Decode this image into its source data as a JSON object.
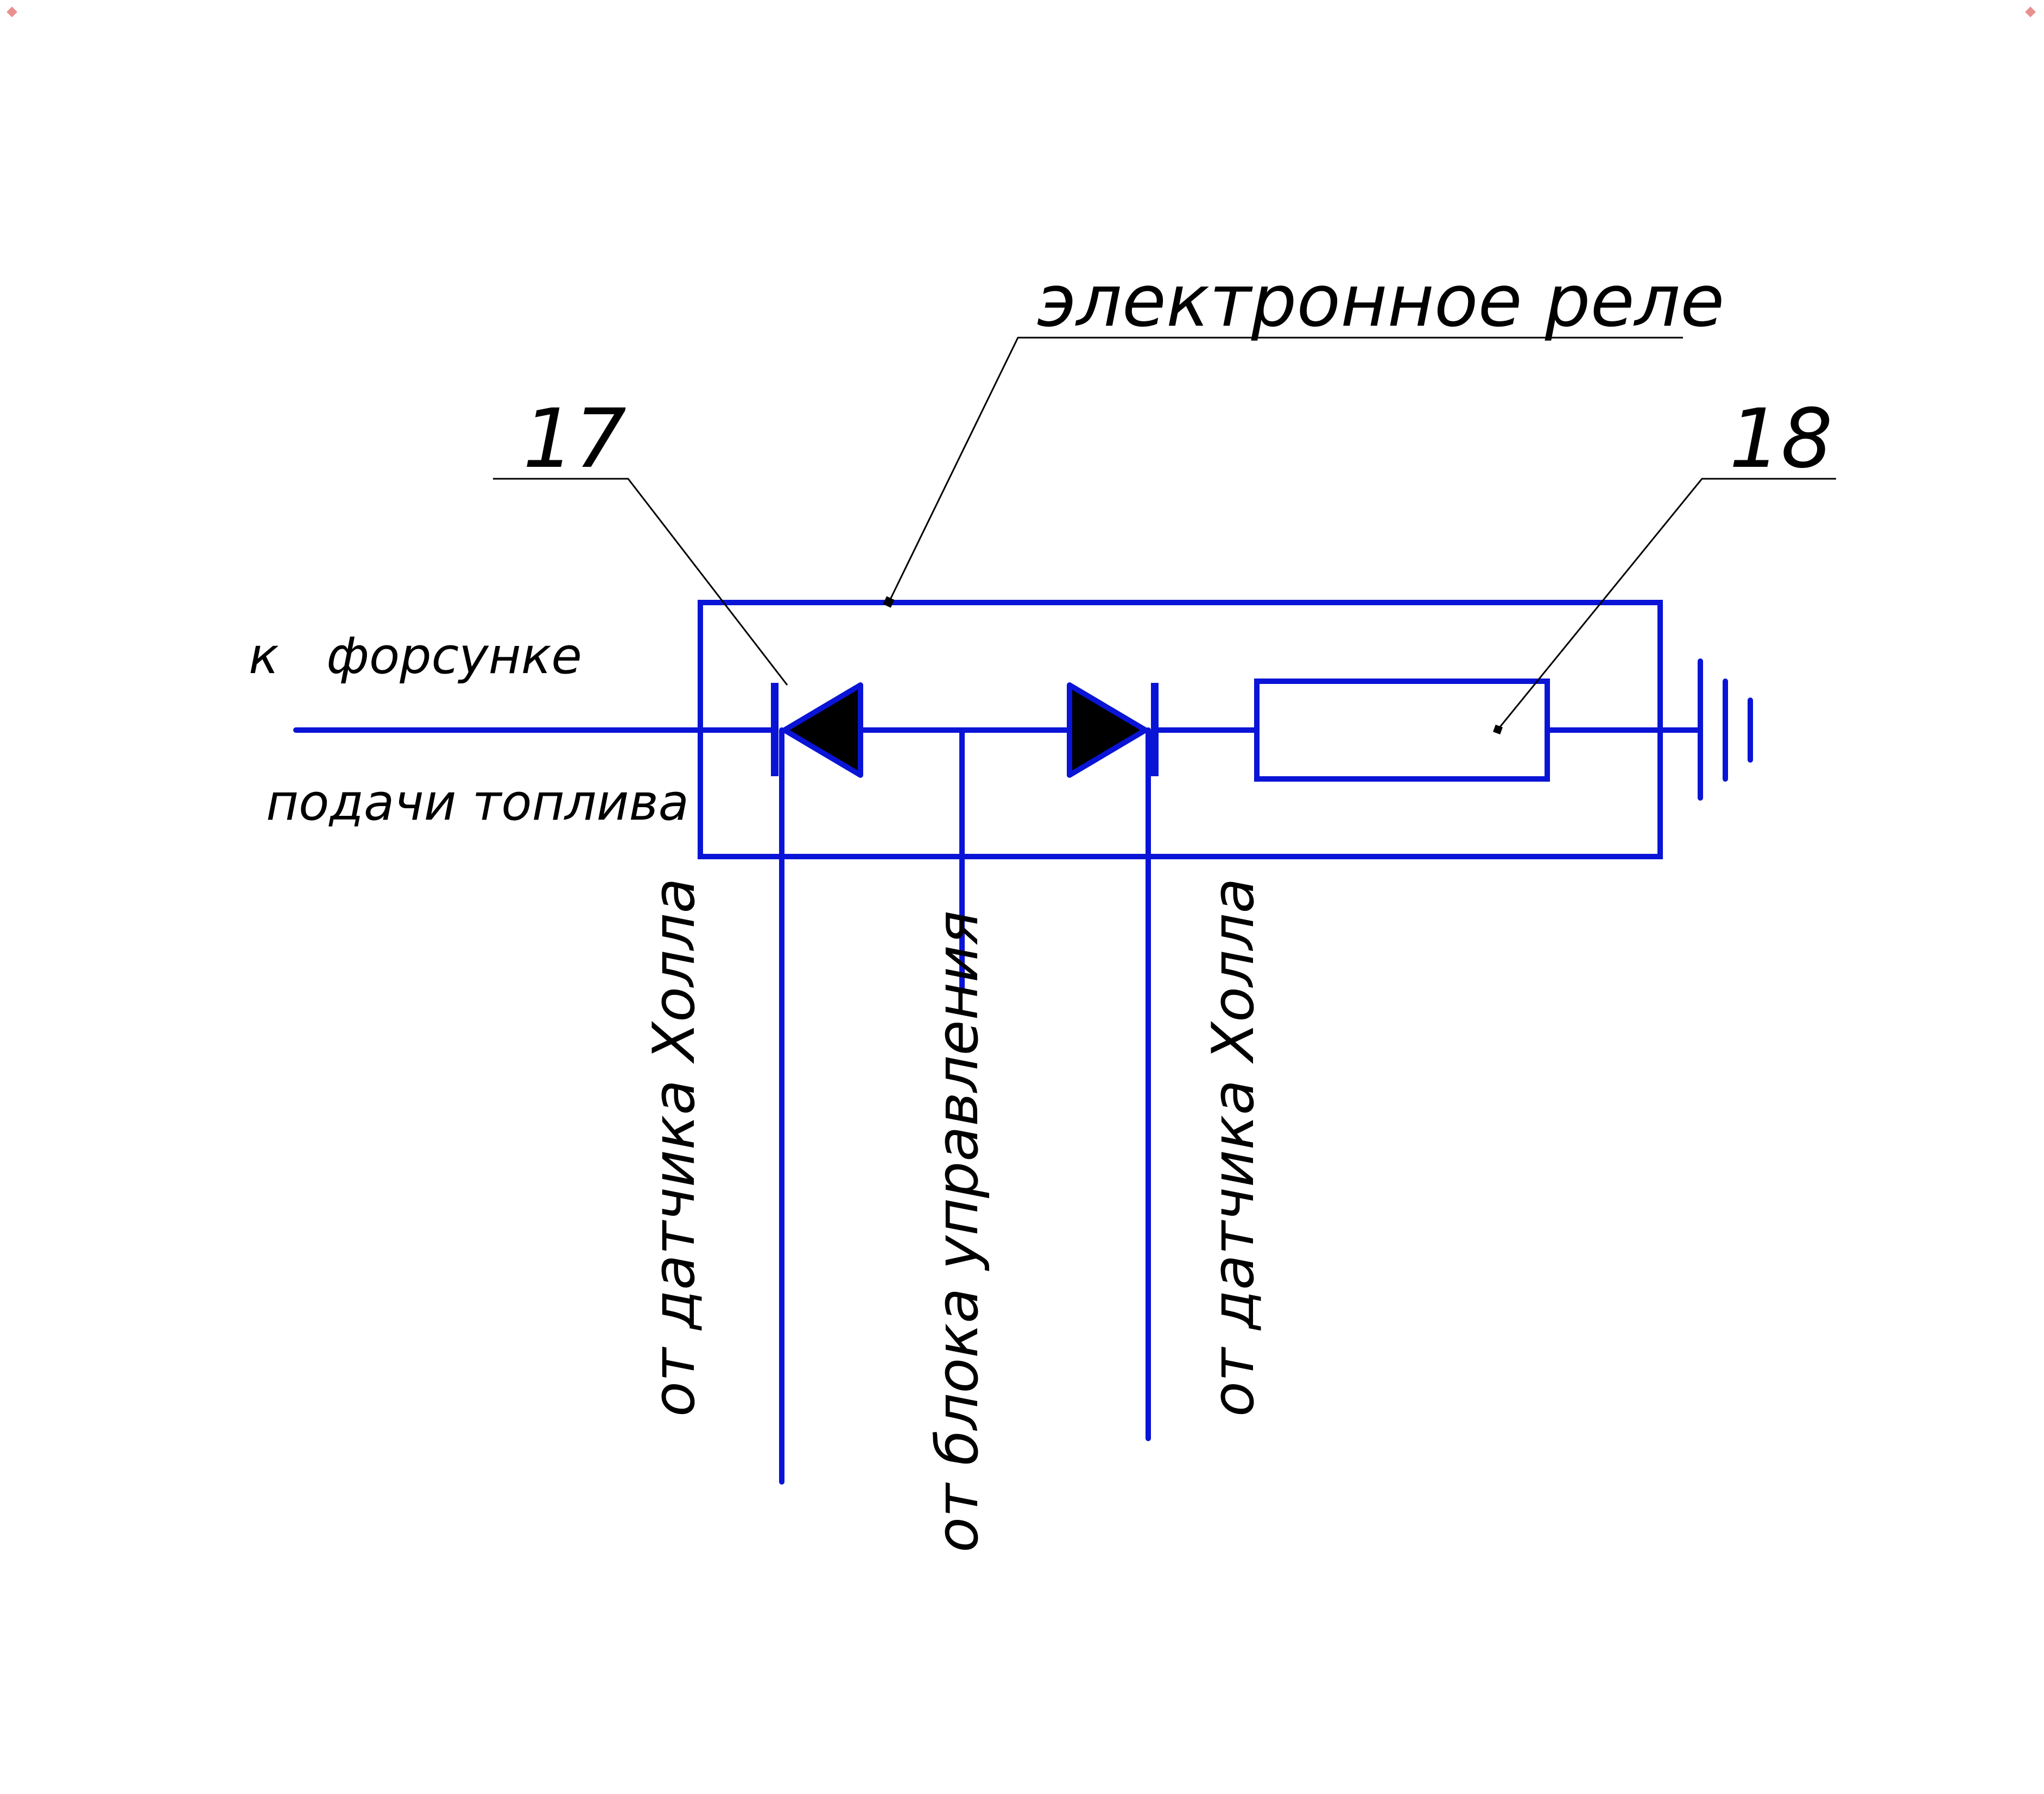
{
  "colors": {
    "wire": "#0a14d6",
    "diode_fill": "#000000",
    "leader": "#000000",
    "background": "#ffffff",
    "corner_marker": "#e89090"
  },
  "labels": {
    "relay": "электронное реле",
    "item_17": "17",
    "item_18": "18",
    "to_injector_line1": "к   форсунке",
    "to_injector_line2": "подачи топлива",
    "from_hall_left": "от датчика Холла",
    "from_control_unit": "от блока управления",
    "from_hall_right": "от датчика Холла"
  },
  "components": [
    {
      "name": "relay-enclosure"
    },
    {
      "name": "diode",
      "callout": "17"
    },
    {
      "name": "diode"
    },
    {
      "name": "resistor",
      "callout": "18"
    },
    {
      "name": "ground-symbol"
    }
  ]
}
